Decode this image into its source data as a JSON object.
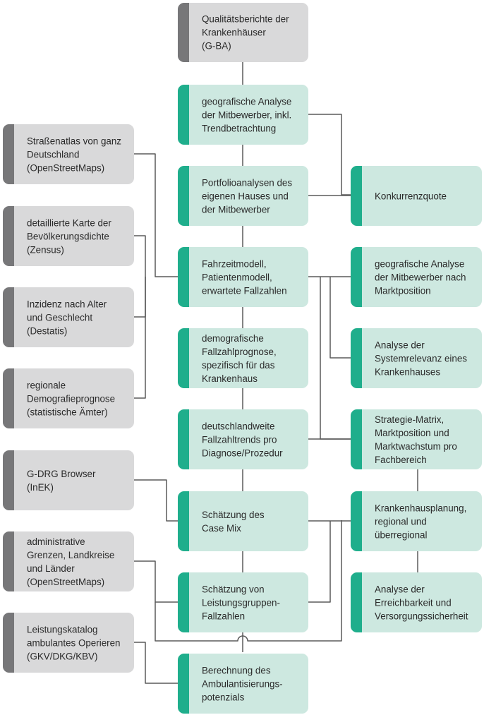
{
  "colors": {
    "source_fill": "#d9d9da",
    "source_bar": "#777779",
    "analysis_fill": "#cde8e0",
    "analysis_bar": "#1fae8c",
    "connector": "#5a5a5a"
  },
  "boxes": {
    "qualitaetsberichte": "Qualitätsberichte der\nKrankenhäuser\n(G-BA)",
    "strassenatlas": "Straßenatlas von ganz\nDeutschland\n(OpenStreetMaps)",
    "bevoelkerungsdichte": "detaillierte Karte der\nBevölkerungsdichte\n(Zensus)",
    "inzidenz": "Inzidenz nach Alter\nund Geschlecht\n(Destatis)",
    "demografieprognose": "regionale\nDemografieprognose\n(statistische Ämter)",
    "gdrg_browser": "G-DRG Browser\n(InEK)",
    "admin_grenzen": "administrative\nGrenzen, Landkreise\nund Länder\n(OpenStreetMaps)",
    "leistungskatalog": "Leistungskatalog\nambulantes Operieren\n(GKV/DKG/KBV)",
    "geo_analyse_trend": "geografische Analyse\nder Mitbewerber, inkl.\nTrendbetrachtung",
    "portfolioanalysen": "Portfolioanalysen des\neigenen Hauses und\nder Mitbewerber",
    "fahrzeitmodell": "Fahrzeitmodell,\nPatientenmodell,\nerwartete Fallzahlen",
    "demografische_prognose": "demografische\nFallzahlprognose,\nspezifisch für das\nKrankenhaus",
    "fallzahltrends": "deutschlandweite\nFallzahltrends pro\nDiagnose/Prozedur",
    "case_mix": "Schätzung des\nCase Mix",
    "leistungsgruppen": "Schätzung von\nLeistungsgruppen-\nFallzahlen",
    "ambulantisierung": "Berechnung des\nAmbulantisierungs-\npotenzials",
    "konkurrenzquote": "Konkurrenzquote",
    "geo_analyse_markt": "geografische Analyse\nder Mitbewerber nach\nMarktposition",
    "systemrelevanz": "Analyse der\nSystemrelevanz eines\nKrankenhauses",
    "strategie_matrix": "Strategie-Matrix,\nMarktposition und\nMarktwachstum pro\nFachbereich",
    "krankenhausplanung": "Krankenhausplanung,\nregional und\nüberregional",
    "erreichbarkeit": "Analyse der\nErreichbarkeit und\nVersorgungssicherheit"
  }
}
